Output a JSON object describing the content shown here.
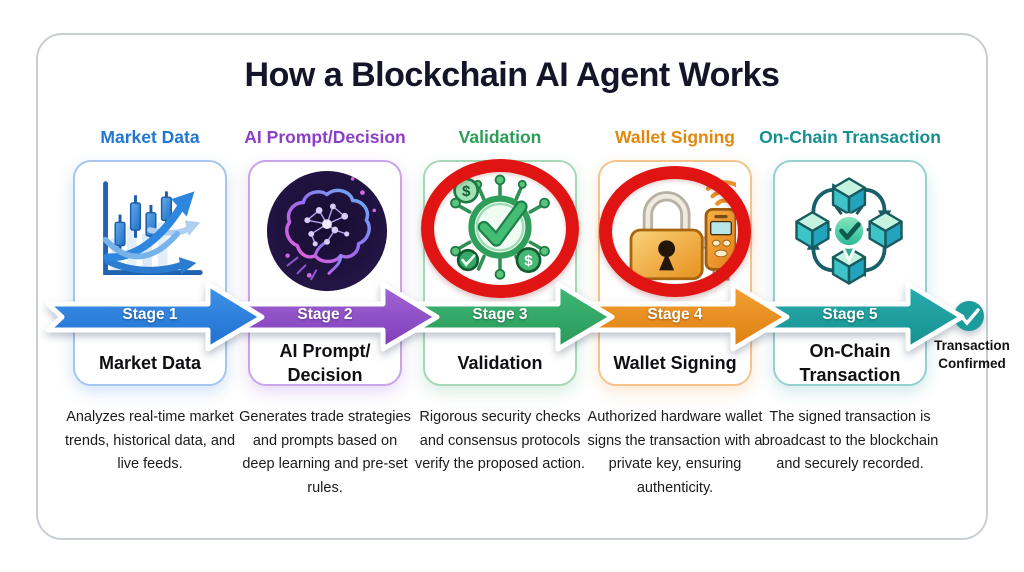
{
  "title": "How a Blockchain AI Agent Works",
  "colors": {
    "stage1_blue": "#2479d8",
    "stage2_purple": "#8d47c6",
    "stage3_green": "#2ea562",
    "stage4_orange": "#e68a1b",
    "stage5_teal": "#1b9898",
    "annotation_ring_red": "#e11414",
    "frame_border": "#c9ced6"
  },
  "stages": [
    {
      "header": "Market Data",
      "stage_label": "Stage 1",
      "title_lines": [
        "Market Data"
      ],
      "description": "Analyzes real-time market trends, historical data, and live feeds.",
      "icon": "market-chart-icon",
      "accent": "#2479d8",
      "circled": false
    },
    {
      "header": "AI Prompt/Decision",
      "stage_label": "Stage 2",
      "title_lines": [
        "AI Prompt/",
        "Decision"
      ],
      "description": "Generates trade strategies and prompts based on deep learning and pre-set rules.",
      "icon": "ai-brain-icon",
      "accent": "#8d47c6",
      "circled": false
    },
    {
      "header": "Validation",
      "stage_label": "Stage 3",
      "title_lines": [
        "Validation"
      ],
      "description": "Rigorous security checks and consensus protocols verify the proposed action.",
      "icon": "validation-check-icon",
      "accent": "#2ea562",
      "circled": true
    },
    {
      "header": "Wallet Signing",
      "stage_label": "Stage 4",
      "title_lines": [
        "Wallet Signing"
      ],
      "description": "Authorized hardware wallet signs the transaction with a private key, ensuring authenticity.",
      "icon": "wallet-lock-icon",
      "accent": "#e68a1b",
      "circled": true
    },
    {
      "header": "On-Chain Transaction",
      "stage_label": "Stage 5",
      "title_lines": [
        "On-Chain",
        "Transaction"
      ],
      "description": "The signed transaction is broadcast to the blockchain and securely recorded.",
      "icon": "blockchain-cubes-icon",
      "accent": "#1b9898",
      "circled": false
    }
  ],
  "result": {
    "lines": [
      "Transaction",
      "Confirmed"
    ]
  }
}
